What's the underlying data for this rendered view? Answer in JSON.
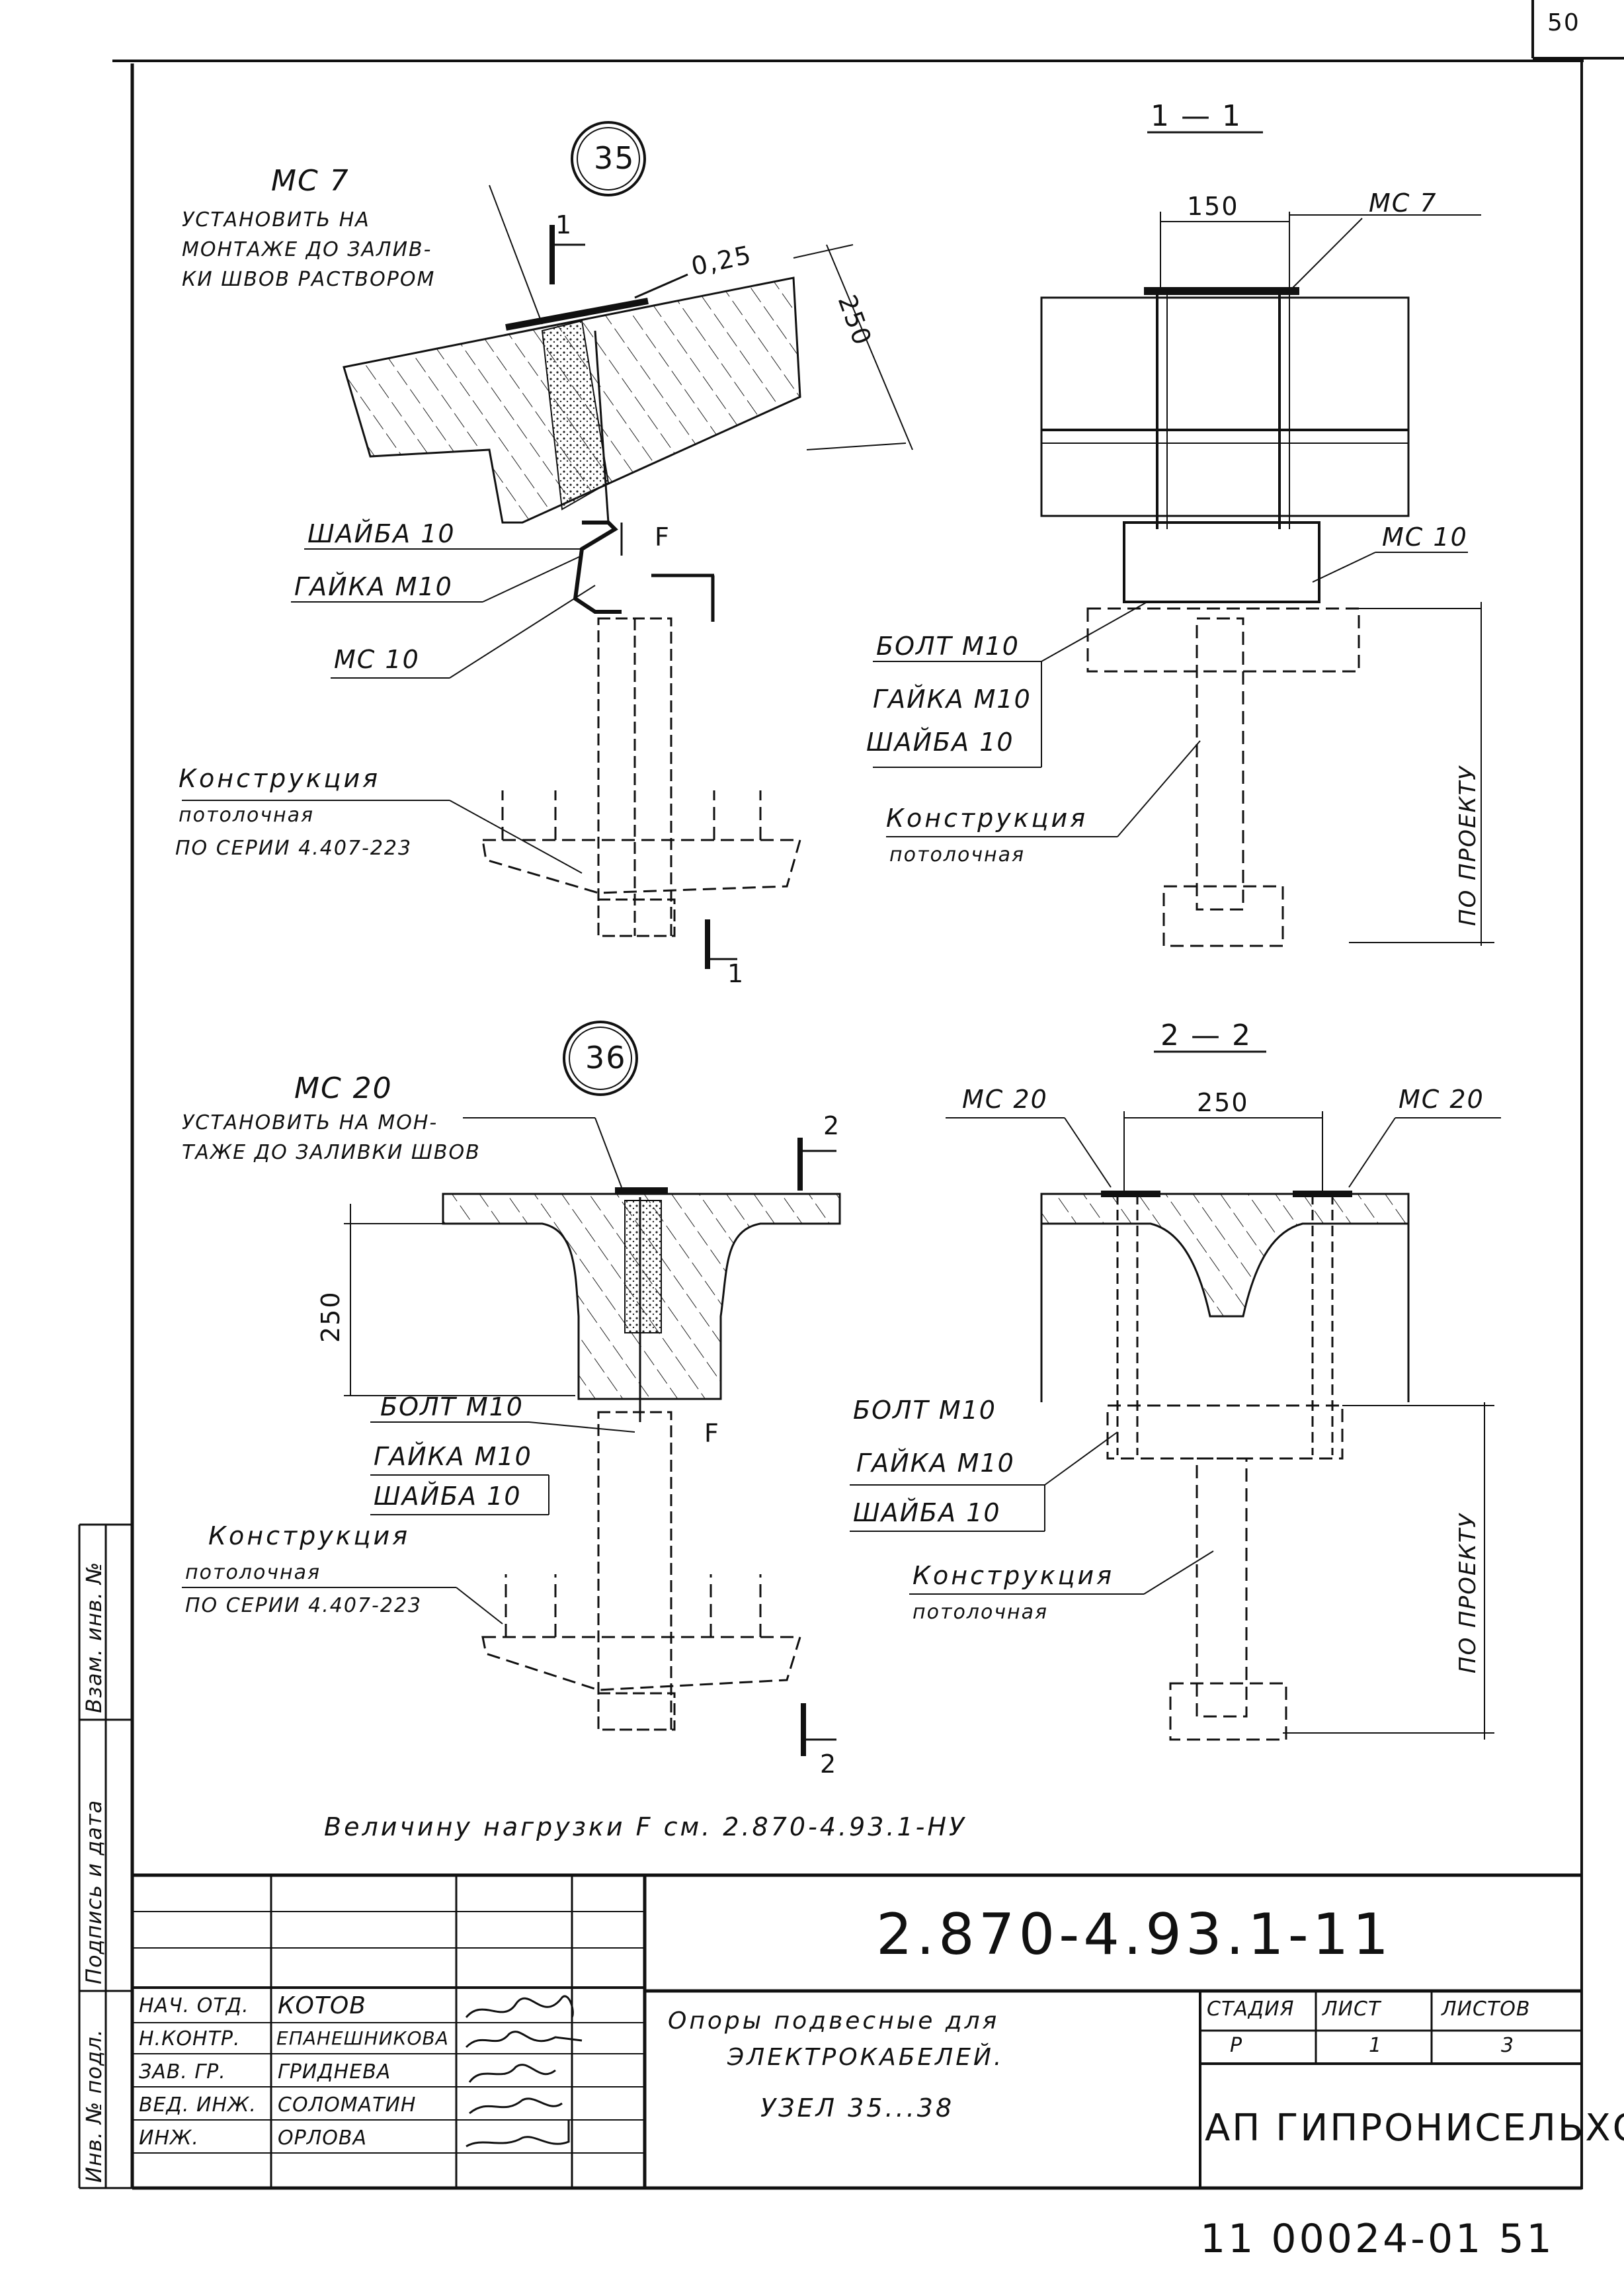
{
  "page_number_top": "50",
  "footer_code": "11 00024-01   51",
  "side_stamp": {
    "inv_podl": "Инв. № подл.",
    "podpis_data": "Подпись и дата",
    "vzam_inv": "Взам. инв. №"
  },
  "node35": {
    "number": "35",
    "ms7_label": "МС 7",
    "ms7_note_1": "установить на",
    "ms7_note_2": "монтаже до залив-",
    "ms7_note_3": "ки швов раствором",
    "dim_025": "0,25",
    "dim_250": "250",
    "section_mark": "1",
    "shaiba": "Шайба 10",
    "gaika": "Гайка М10",
    "ms10": "МС 10",
    "force": "F",
    "konstr_1": "Конструкция",
    "konstr_2": "потолочная",
    "konstr_3": "по серии 4.407-223"
  },
  "section11": {
    "title": "1 — 1",
    "dim_150": "150",
    "ms7": "МС 7",
    "ms10": "МС 10",
    "bolt": "Болт М10",
    "gaika": "Гайка М10",
    "shaiba": "Шайба 10",
    "konstr_1": "Конструкция",
    "konstr_2": "потолочная",
    "po_proektu": "по проекту"
  },
  "node36": {
    "number": "36",
    "ms20_label": "МС 20",
    "ms20_note_1": "установить на мон-",
    "ms20_note_2": "таже до заливки швов",
    "dim_250": "250",
    "section_mark": "2",
    "bolt": "Болт М10",
    "gaika": "Гайка М10",
    "shaiba": "Шайба 10",
    "force": "F",
    "konstr_1": "Конструкция",
    "konstr_2": "потолочная",
    "konstr_3": "по серии 4.407-223"
  },
  "section22": {
    "title": "2 — 2",
    "dim_250": "250",
    "ms20_left": "МС 20",
    "ms20_right": "МС 20",
    "bolt": "Болт М10",
    "gaika": "Гайка М10",
    "shaiba": "Шайба 10",
    "konstr_1": "Конструкция",
    "konstr_2": "потолочная",
    "po_proektu": "по проекту"
  },
  "note": "Величину нагрузки F см. 2.870-4.93.1-НУ",
  "title_block": {
    "doc_code": "2.870-4.93.1-11",
    "title_1": "Опоры подвесные для",
    "title_2": "электрокабелей.",
    "title_3": "Узел 35...38",
    "stage_label": "Стадия",
    "sheet_label": "Лист",
    "sheets_label": "Листов",
    "stage_value": "Р",
    "sheet_value": "1",
    "sheets_value": "3",
    "org": "АП ГИПРОНИСЕЛЬХОЗ",
    "rows": [
      {
        "role": "Нач. отд.",
        "name": "Котов"
      },
      {
        "role": "Н.контр.",
        "name": "Епанешникова"
      },
      {
        "role": "Зав. гр.",
        "name": "Гриднева"
      },
      {
        "role": "Вед. инж.",
        "name": "Соломатин"
      },
      {
        "role": "Инж.",
        "name": "Орлова"
      }
    ]
  }
}
